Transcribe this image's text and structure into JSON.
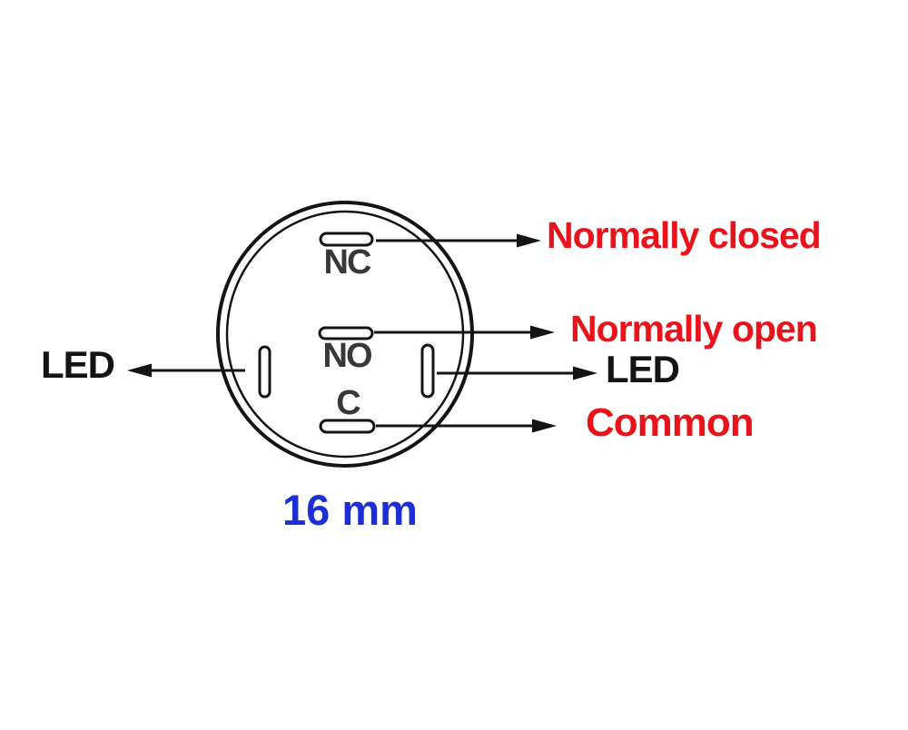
{
  "diagram": {
    "terminal_labels": {
      "nc": "NC",
      "no": "NO",
      "c": "C"
    },
    "callouts": {
      "normally_closed": "Normally closed",
      "normally_open": "Normally open",
      "common": "Common",
      "led_left": "LED",
      "led_right": "LED"
    },
    "dimension": "16 mm",
    "colors": {
      "callout_red": "#e8131b",
      "dimension_blue": "#1c2ed4",
      "line_black": "#141414",
      "terminal_text_gray": "#383838",
      "background": "#ffffff"
    }
  }
}
